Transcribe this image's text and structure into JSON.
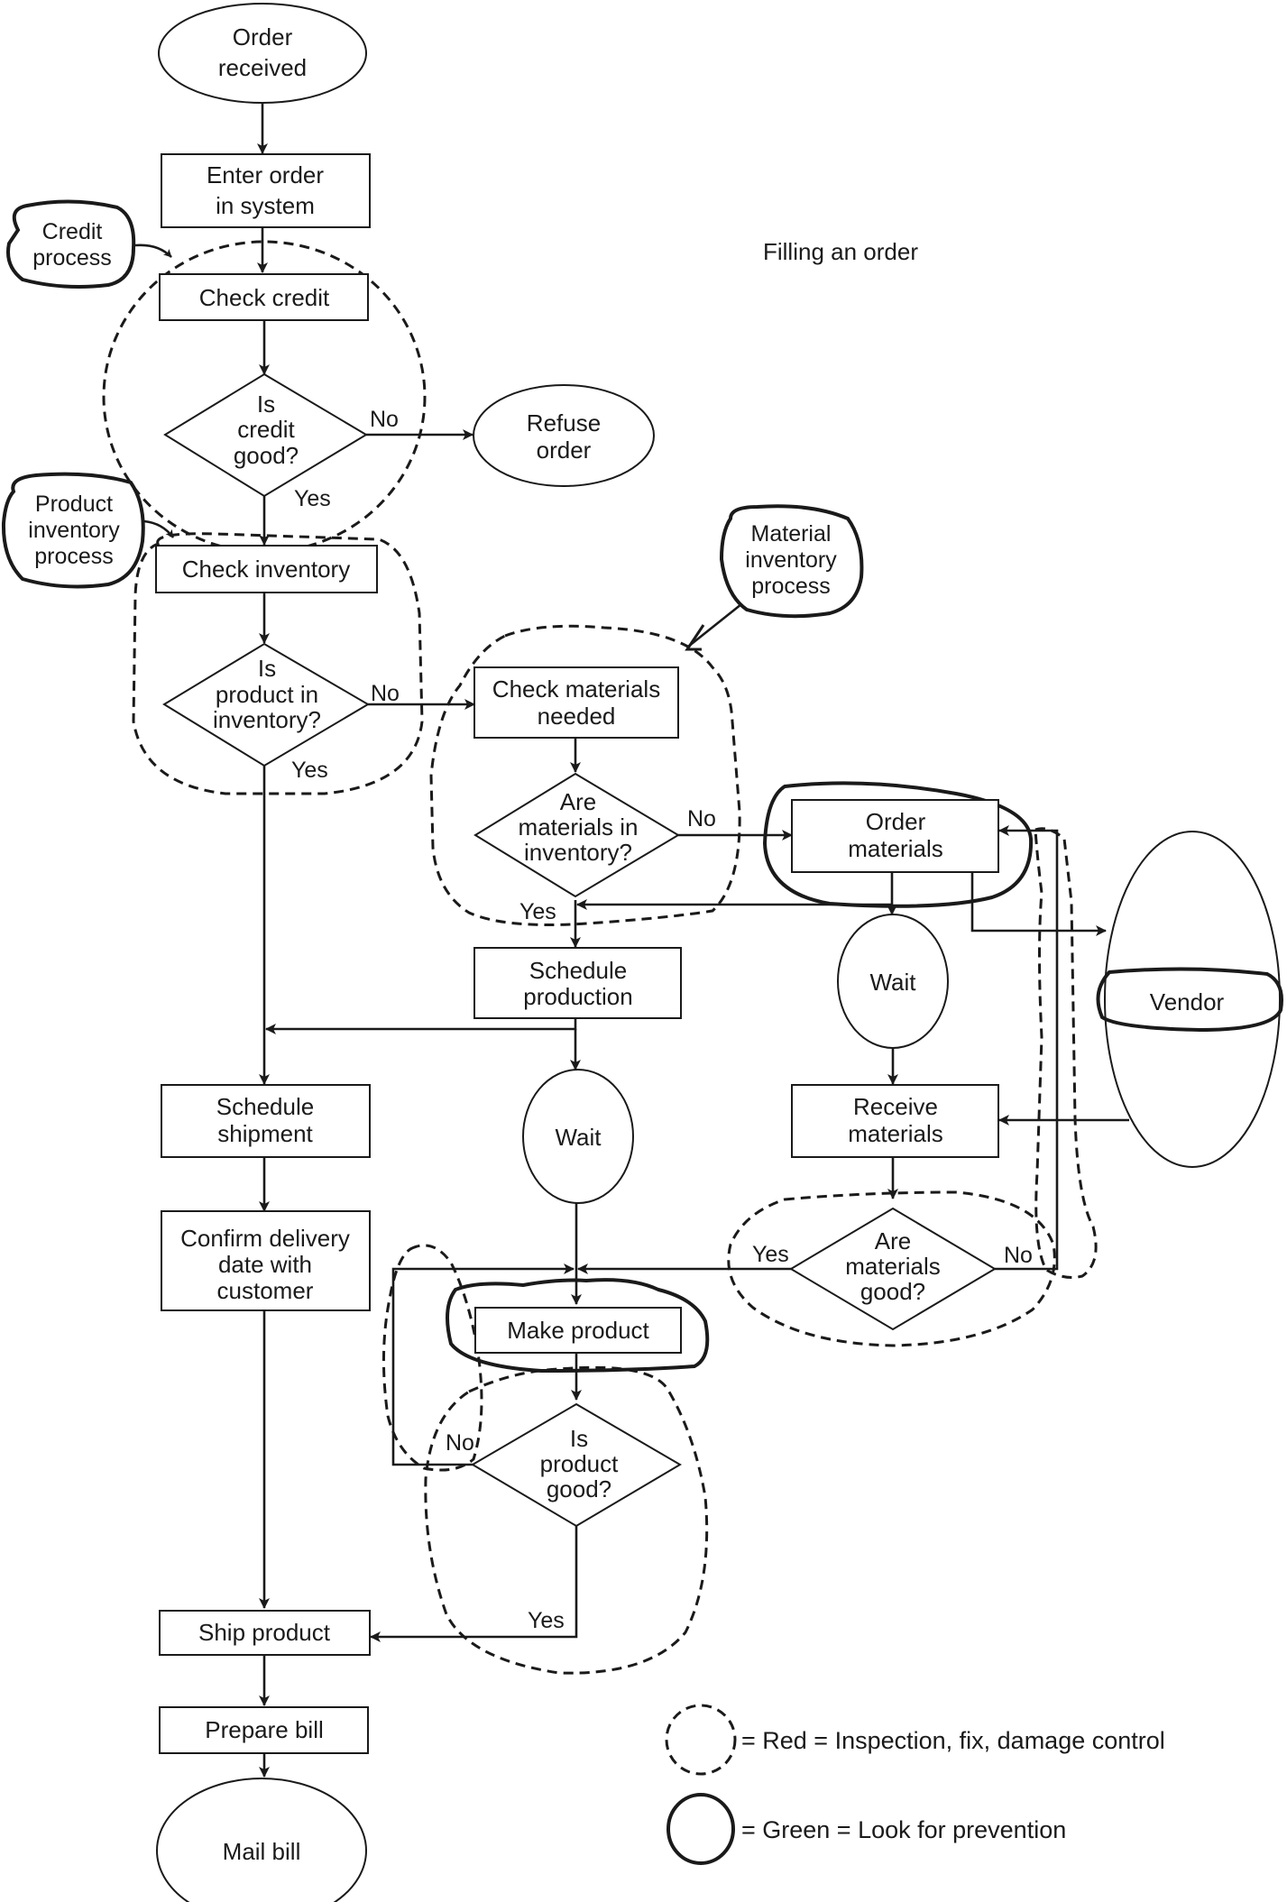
{
  "title": "Filling an order",
  "nodes": {
    "order_received": [
      "Order",
      "received"
    ],
    "enter_order": [
      "Enter order",
      "in system"
    ],
    "check_credit": [
      "Check credit"
    ],
    "credit_good": [
      "Is",
      "credit",
      "good?"
    ],
    "refuse_order": [
      "Refuse",
      "order"
    ],
    "check_inventory": [
      "Check inventory"
    ],
    "product_in_inventory": [
      "Is",
      "product in",
      "inventory?"
    ],
    "check_materials": [
      "Check materials",
      "needed"
    ],
    "materials_in_inventory": [
      "Are",
      "materials in",
      "inventory?"
    ],
    "order_materials": [
      "Order",
      "materials"
    ],
    "wait_materials": [
      "Wait"
    ],
    "vendor": [
      "Vendor"
    ],
    "receive_materials": [
      "Receive",
      "materials"
    ],
    "materials_good": [
      "Are",
      "materials",
      "good?"
    ],
    "schedule_production": [
      "Schedule",
      "production"
    ],
    "wait_production": [
      "Wait"
    ],
    "schedule_shipment": [
      "Schedule",
      "shipment"
    ],
    "confirm_delivery": [
      "Confirm delivery",
      "date with",
      "customer"
    ],
    "make_product": [
      "Make product"
    ],
    "product_good": [
      "Is",
      "product",
      "good?"
    ],
    "ship_product": [
      "Ship product"
    ],
    "prepare_bill": [
      "Prepare bill"
    ],
    "mail_bill": [
      "Mail bill"
    ]
  },
  "edge_labels": {
    "credit_no": "No",
    "credit_yes": "Yes",
    "product_inv_no": "No",
    "product_inv_yes": "Yes",
    "materials_inv_no": "No",
    "materials_inv_yes": "Yes",
    "materials_good_yes": "Yes",
    "materials_good_no": "No",
    "product_good_no": "No",
    "product_good_yes": "Yes"
  },
  "callouts": {
    "credit_process": [
      "Credit",
      "process"
    ],
    "product_inventory_process": [
      "Product",
      "inventory",
      "process"
    ],
    "material_inventory_process": [
      "Material",
      "inventory",
      "process"
    ]
  },
  "legend": {
    "red": "= Red = Inspection, fix, damage control",
    "green": "= Green = Look for prevention"
  }
}
